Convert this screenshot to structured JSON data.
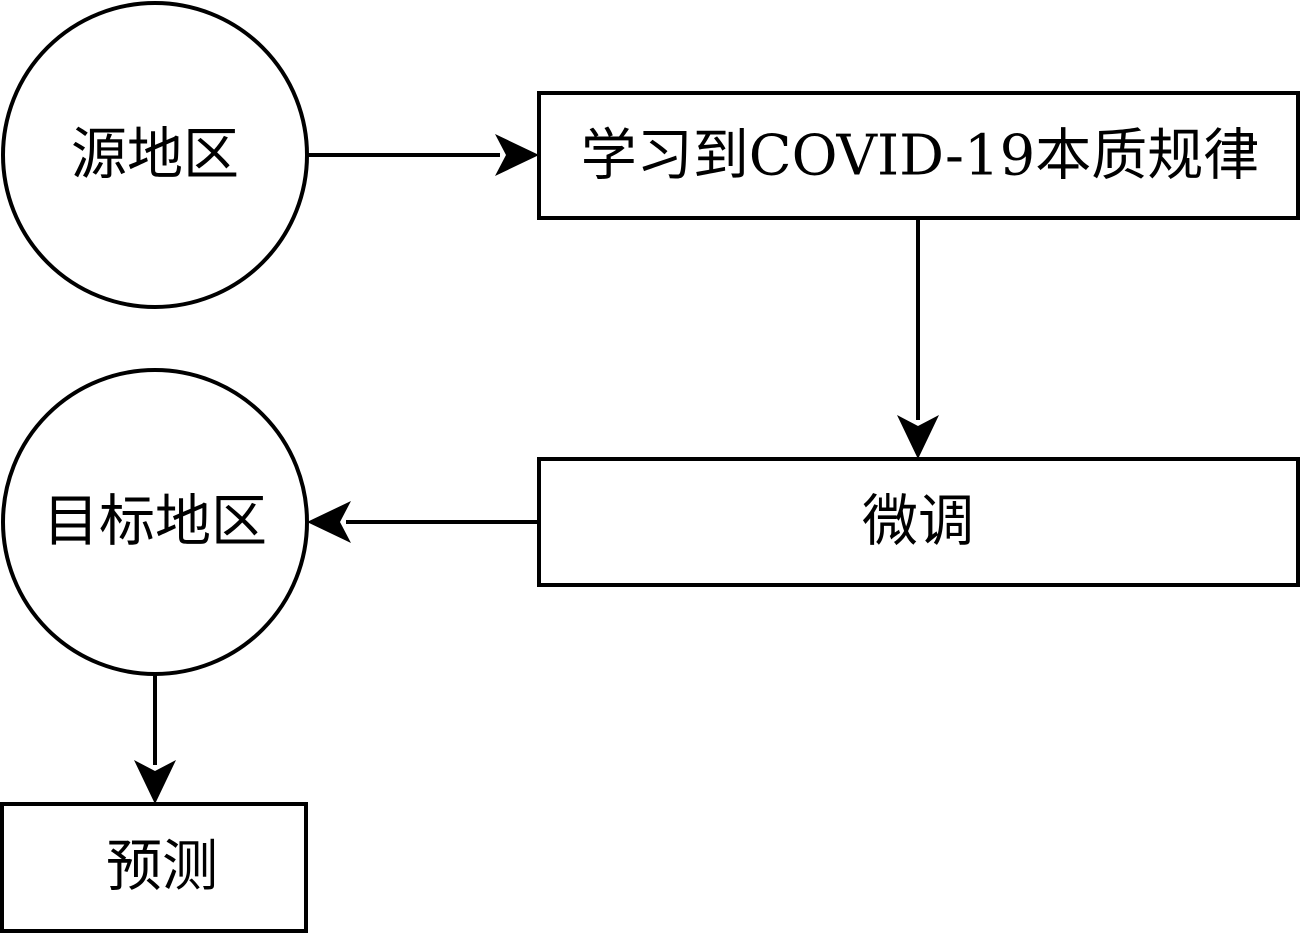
{
  "nodes": {
    "source_region": "源地区",
    "learn_rules": "学习到COVID-19本质规律",
    "fine_tune": "微调",
    "target_region": "目标地区",
    "predict": "预测"
  }
}
